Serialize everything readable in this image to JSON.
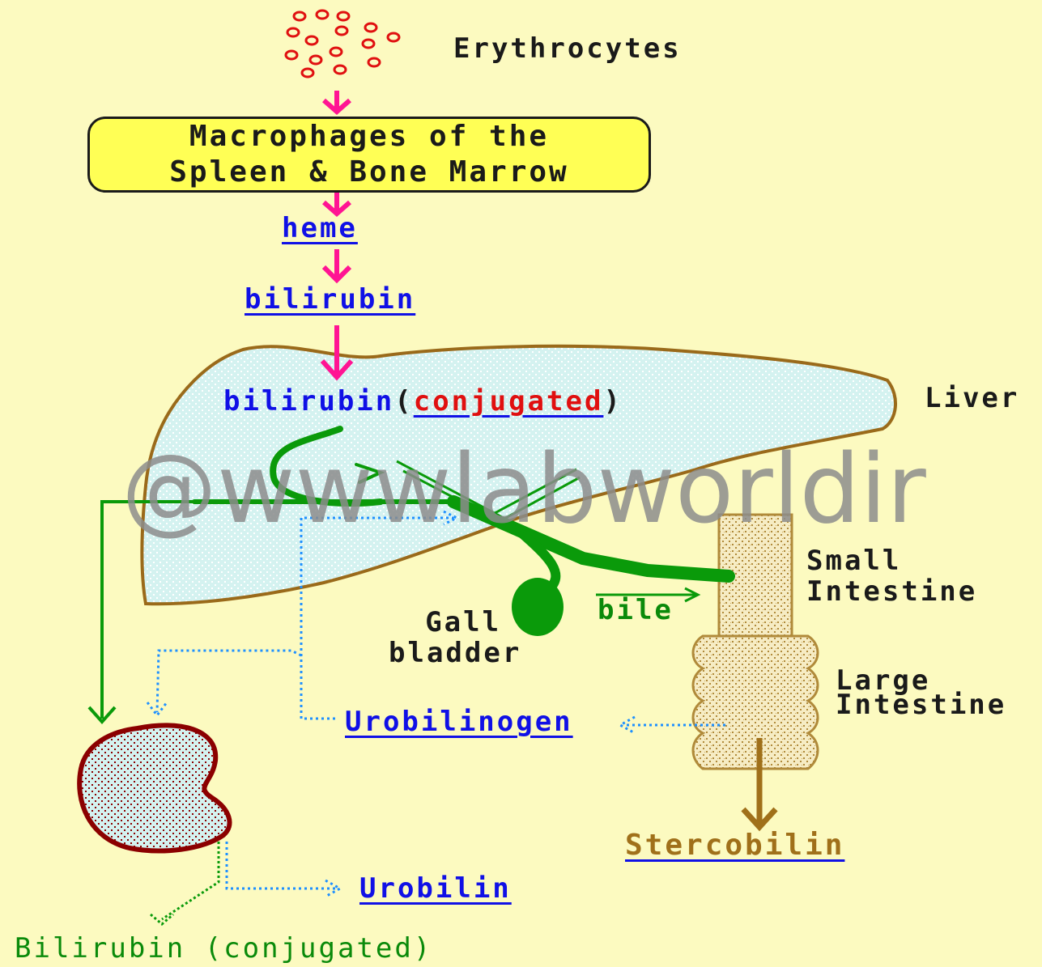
{
  "labels": {
    "erythrocytes": "Erythrocytes",
    "macrophages_line1": "Macrophages of the",
    "macrophages_line2": "Spleen & Bone Marrow",
    "heme": "heme",
    "bilirubin": "bilirubin",
    "bilirubin_conj_prefix": "bilirubin",
    "open_paren": "(",
    "conjugated": "conjugated",
    "close_paren": ")",
    "liver": "Liver",
    "small_intestine_1": "Small",
    "small_intestine_2": "Intestine",
    "large_intestine_1": "Large",
    "large_intestine_2": "Intestine",
    "gall_1": "Gall",
    "gall_2": "bladder",
    "bile": "bile",
    "urobilinogen": "Urobilinogen",
    "stercobilin": "Stercobilin",
    "urobilin": "Urobilin",
    "bilirubin_urine": "Bilirubin (conjugated)",
    "watermark": "@wwwlabworldir"
  },
  "colors": {
    "background": "#fcfac0",
    "arrow_magenta": "#ff1493",
    "liver_fill": "#d4f2f0",
    "liver_outline": "#9a6a1a",
    "bile_green": "#0a9a0a",
    "link_blue": "#1010e6",
    "dotted_blue": "#1e90ff",
    "intestine_brown": "#b08a3a",
    "kidney_red": "#8b0000",
    "conjugated_red": "#e01010"
  }
}
